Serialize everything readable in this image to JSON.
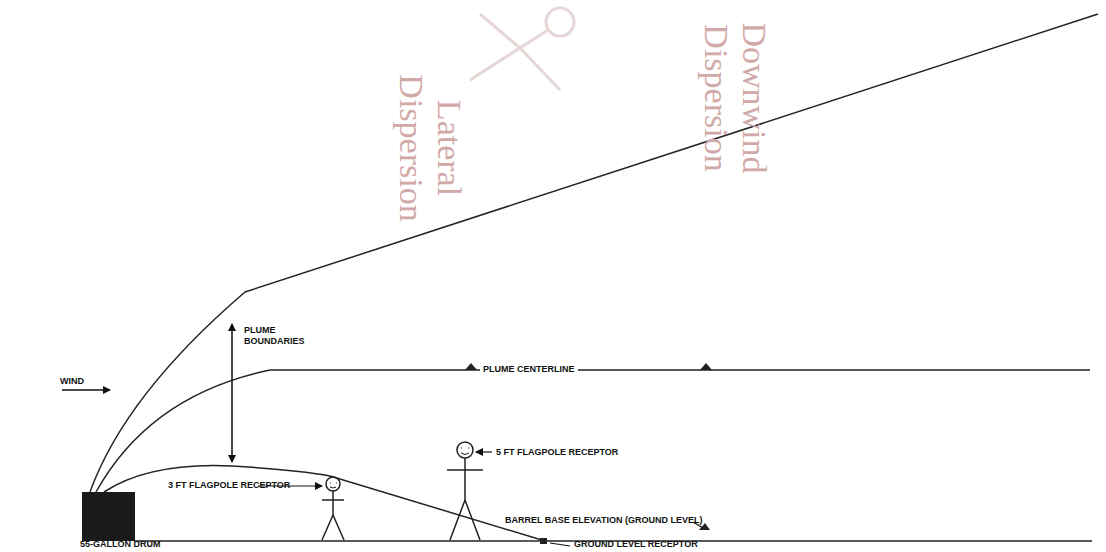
{
  "diagram": {
    "nodes": [
      {
        "text": [
          "55-GALLON DRUM"
        ]
      }
    ],
    "labels": [
      "WIND",
      "PLUME BOUNDARIES",
      "PLUME CENTERLINE",
      "5 FT FLAGPOLE RECEPTOR",
      "3 FT FLAGPOLE RECEPTOR",
      "BARREL BASE ELEVATION (GROUND LEVEL)",
      "GROUND LEVEL RECEPTOR",
      "Downwind Dispersion",
      "Lateral Dispersion"
    ]
  }
}
